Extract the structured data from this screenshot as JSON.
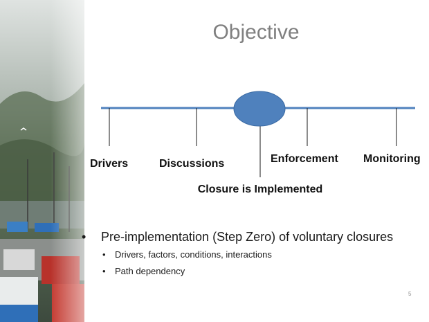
{
  "slide": {
    "title": "Objective",
    "page_number": "5",
    "line_color": "#4f81bd",
    "circle_color": "#4f81bd"
  },
  "timeline": {
    "drivers": "Drivers",
    "discussions": "Discussions",
    "enforcement": "Enforcement",
    "monitoring": "Monitoring",
    "closure": "Closure is Implemented"
  },
  "bullets": {
    "main": "Pre-implementation (Step Zero) of voluntary closures",
    "sub": [
      "Drivers, factors, conditions, interactions",
      "Path dependency"
    ]
  },
  "icons": {
    "bullet": "bullet-dot-icon",
    "photo": "harbor-photo"
  }
}
